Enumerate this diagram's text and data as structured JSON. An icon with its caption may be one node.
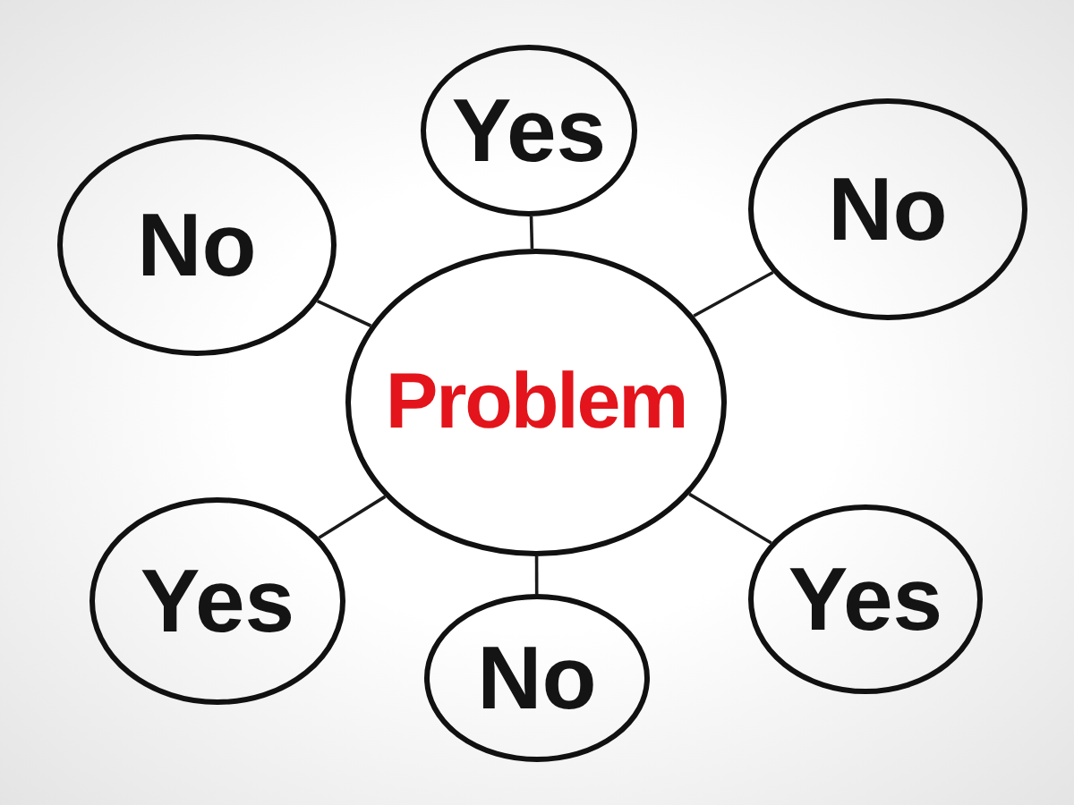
{
  "diagram": {
    "nodes": [
      {
        "text": [
          "Yes"
        ]
      },
      {
        "text": [
          "No"
        ]
      },
      {
        "text": [
          "No"
        ]
      },
      {
        "text": [
          "Problem"
        ]
      },
      {
        "text": [
          "Yes"
        ]
      },
      {
        "text": [
          "Yes"
        ]
      },
      {
        "text": [
          "No"
        ]
      }
    ],
    "edges": [
      {
        "from": 3,
        "to": 0,
        "arrow": "none"
      },
      {
        "from": 3,
        "to": 1,
        "arrow": "none"
      },
      {
        "from": 3,
        "to": 2,
        "arrow": "none"
      },
      {
        "from": 3,
        "to": 4,
        "arrow": "none"
      },
      {
        "from": 3,
        "to": 5,
        "arrow": "none"
      },
      {
        "from": 3,
        "to": 6,
        "arrow": "none"
      }
    ]
  }
}
